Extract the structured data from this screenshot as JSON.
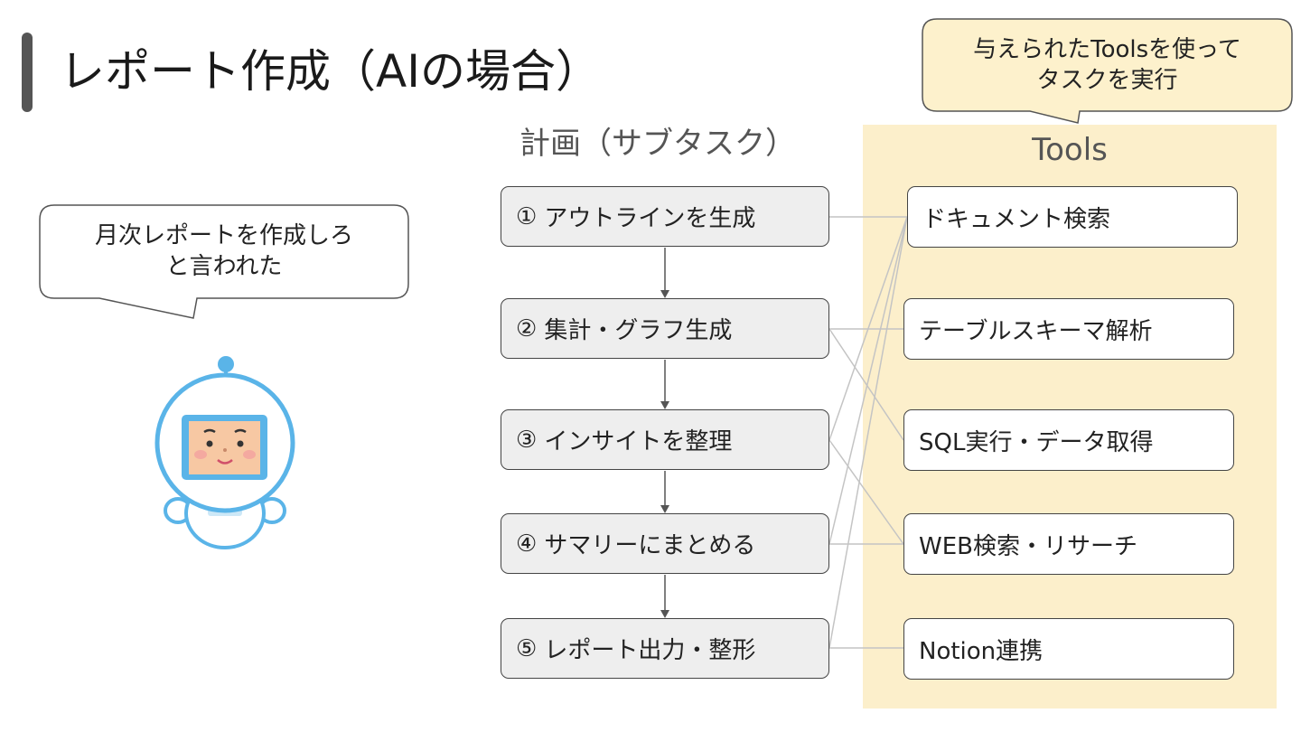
{
  "title": "レポート作成（AIの場合）",
  "plan_heading": "計画（サブタスク）",
  "tools_heading": "Tools",
  "user_bubble": {
    "line1": "月次レポートを作成しろ",
    "line2": "と言われた"
  },
  "tools_bubble": {
    "line1": "与えられたToolsを使って",
    "line2": "タスクを実行"
  },
  "steps": [
    {
      "num": "①",
      "label": "アウトラインを生成"
    },
    {
      "num": "②",
      "label": "集計・グラフ生成"
    },
    {
      "num": "③",
      "label": "インサイトを整理"
    },
    {
      "num": "④",
      "label": "サマリーにまとめる"
    },
    {
      "num": "⑤",
      "label": "レポート出力・整形"
    }
  ],
  "tools": [
    {
      "label": "ドキュメント検索"
    },
    {
      "label": "テーブルスキーマ解析"
    },
    {
      "label": "SQL実行・データ取得"
    },
    {
      "label": "WEB検索・リサーチ"
    },
    {
      "label": "Notion連携"
    }
  ],
  "colors": {
    "tools_panel": "#fcefcb",
    "tools_bubble": "#fdf1cc",
    "step_fill": "#eeeeee",
    "robot_accent": "#5ab4e8"
  }
}
